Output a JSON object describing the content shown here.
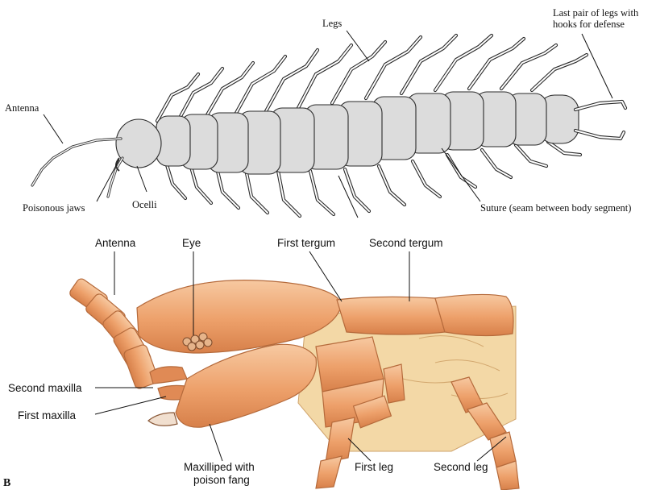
{
  "panel_a": {
    "labels": {
      "antenna": "Antenna",
      "legs": "Legs",
      "last_legs_line1": "Last pair of legs with",
      "last_legs_line2": "hooks for defense",
      "poisonous_jaws": "Poisonous jaws",
      "ocelli": "Ocelli",
      "suture": "Suture (seam between body segment)"
    }
  },
  "panel_b": {
    "panel_letter": "B",
    "labels": {
      "antenna": "Antenna",
      "eye": "Eye",
      "first_tergum": "First tergum",
      "second_tergum": "Second tergum",
      "second_maxilla": "Second maxilla",
      "first_maxilla": "First maxilla",
      "maxilliped_line1": "Maxilliped with",
      "maxilliped_line2": "poison fang",
      "first_leg": "First leg",
      "second_leg": "Second leg"
    }
  },
  "colors": {
    "body_orange": "#eda06a",
    "tissue_yellow": "#f3d8a6",
    "sketch_gray": "#dcdcdc"
  }
}
